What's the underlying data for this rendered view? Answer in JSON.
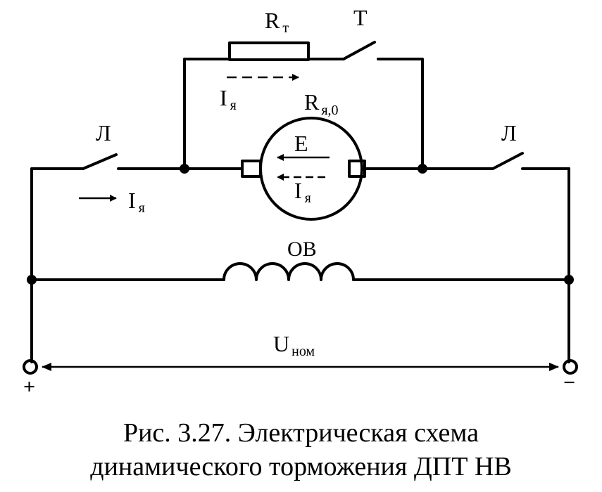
{
  "labels": {
    "rt_main": "R",
    "rt_sub": "т",
    "switch_t": "T",
    "ia_main": "I",
    "ia_sub": "я",
    "ra0_main": "R",
    "ra0_sub": "я,0",
    "emf": "E",
    "switch_l_left": "Л",
    "switch_l_right": "Л",
    "field_winding": "ОВ",
    "u_main": "U",
    "u_sub": "ном",
    "plus": "+",
    "minus": "−"
  },
  "caption": {
    "line1": "Рис. 3.27. Электрическая схема",
    "line2": "динамического торможения ДПТ НВ"
  }
}
